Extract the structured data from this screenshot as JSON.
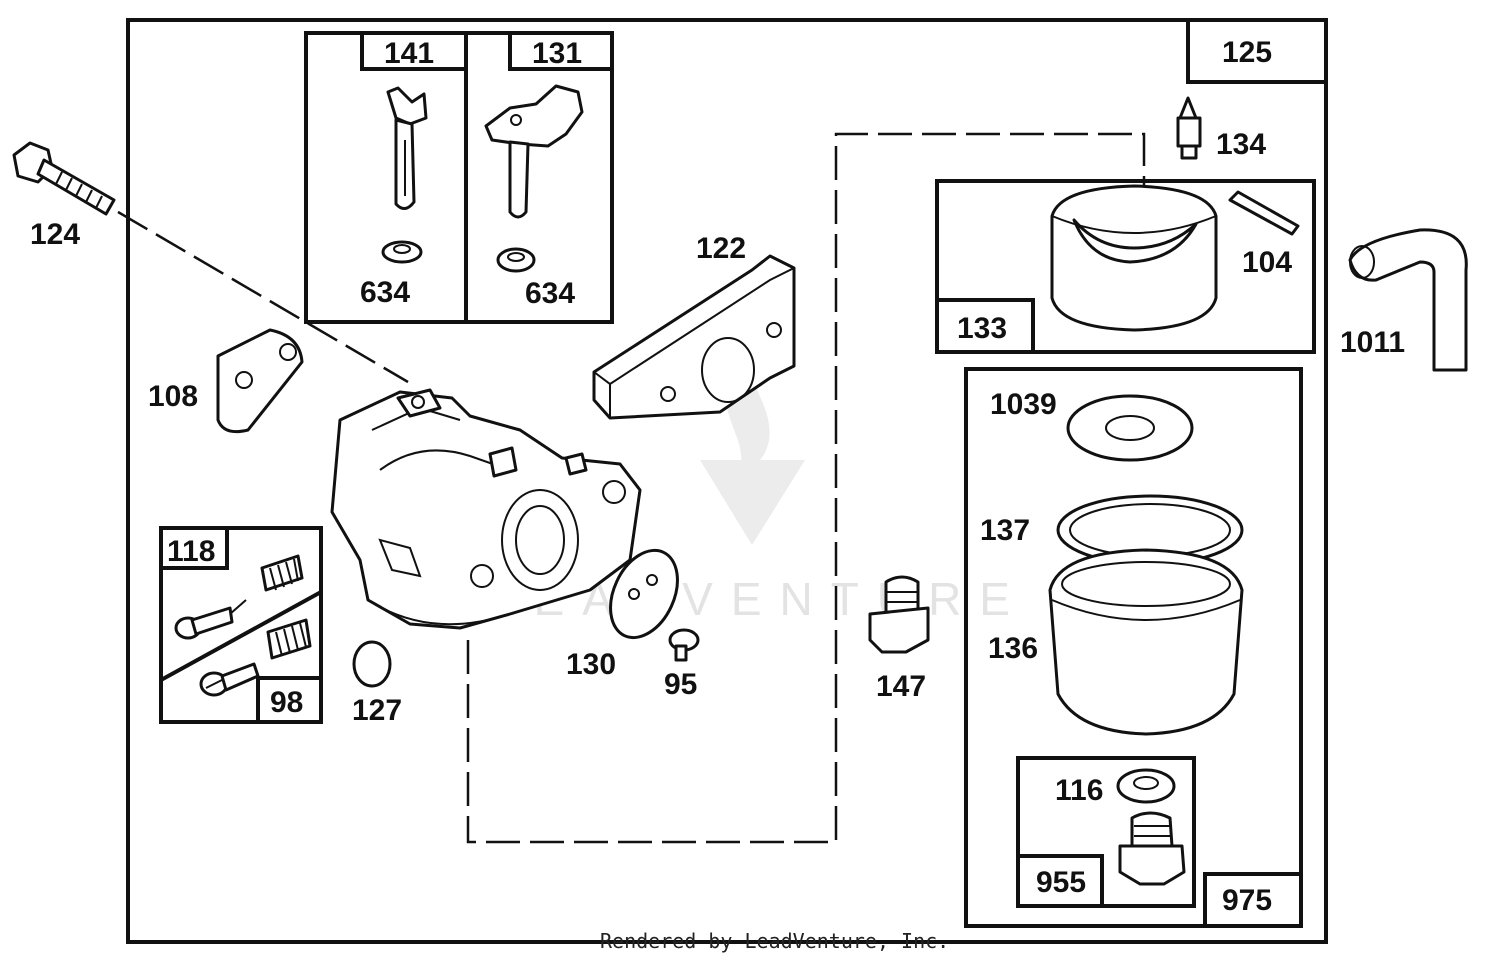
{
  "footer": "Rendered by LeadVenture, Inc.",
  "watermark": {
    "text": "LEADVENTURE"
  },
  "boxes": {
    "b141": "141",
    "b131": "131",
    "b125": "125",
    "b133": "133",
    "b118": "118",
    "b98": "98",
    "b975": "975",
    "b955": "955"
  },
  "parts": {
    "p124": "124",
    "p634a": "634",
    "p634b": "634",
    "p122": "122",
    "p134": "134",
    "p104": "104",
    "p1011": "1011",
    "p108": "108",
    "p1039": "1039",
    "p137": "137",
    "p136": "136",
    "p130": "130",
    "p95": "95",
    "p147": "147",
    "p127": "127",
    "p116": "116"
  }
}
